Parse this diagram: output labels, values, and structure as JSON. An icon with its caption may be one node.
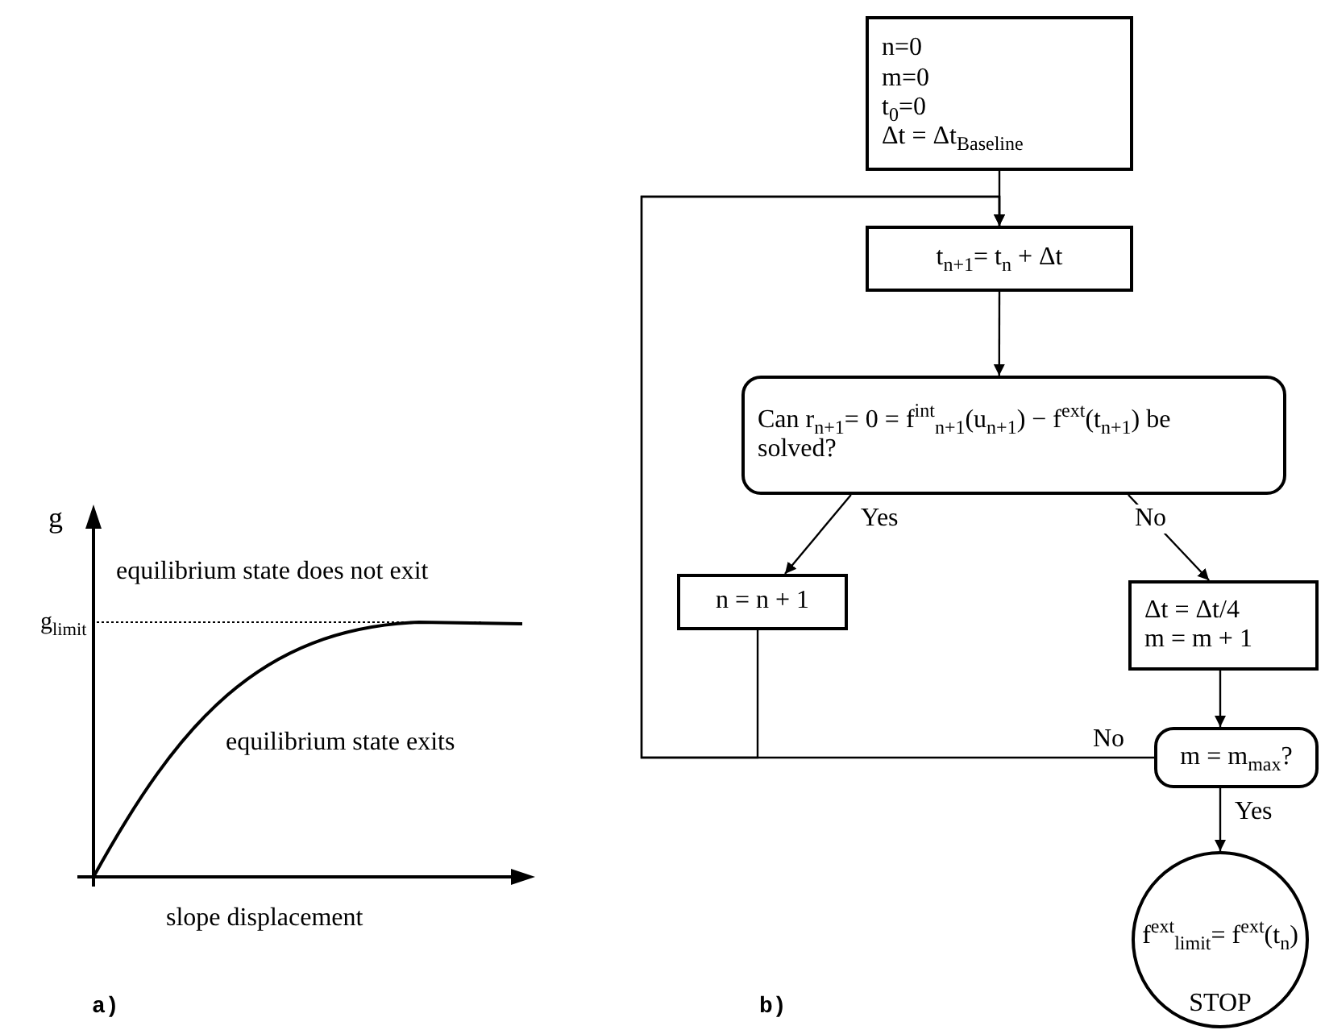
{
  "diagram": {
    "nodes": [
      {
        "text": [
          "n=0",
          "m=0",
          "t$_{0}$=0",
          "Δt = Δt$_{Baseline}$"
        ]
      },
      {
        "text": [
          "t$_{n+1}$= t$_{n}$ + Δt"
        ]
      },
      {
        "text": [
          "Can   r$_{n+1}$= 0 = f$^{int}$$_{n+1}$(u$_{n+1}$) − f$^{ext}$(t$_{n+1}$) be solved?"
        ]
      },
      {
        "text": [
          "n = n + 1"
        ]
      },
      {
        "text": [
          "Δt = Δt/4",
          "m = m + 1"
        ]
      },
      {
        "text": [
          "m = m$_{max}$?"
        ]
      },
      {
        "text": [
          "f$^{ext}$$_{limit}$= f$^{ext}$(t$_{n}$)",
          "STOP"
        ]
      }
    ],
    "edges": [
      {
        "from": 0,
        "to": 1,
        "arrow": "to"
      },
      {
        "from": 1,
        "to": 2,
        "arrow": "to"
      },
      {
        "from": 2,
        "to": 3,
        "arrow": "to",
        "label": "Yes"
      },
      {
        "from": 2,
        "to": 4,
        "arrow": "to",
        "label": "No"
      },
      {
        "from": 4,
        "to": 5,
        "arrow": "to"
      },
      {
        "from": 5,
        "to": 6,
        "arrow": "to",
        "label": "Yes"
      },
      {
        "from": 5,
        "to": 1,
        "arrow": "to",
        "label": "No"
      },
      {
        "from": 3,
        "to": 1,
        "arrow": "to"
      }
    ],
    "labels": [
      "g",
      "g$_{limit}$",
      "equilibrium state does not exit",
      "equilibrium state exits",
      "slope displacement",
      "a)",
      "b)"
    ]
  }
}
